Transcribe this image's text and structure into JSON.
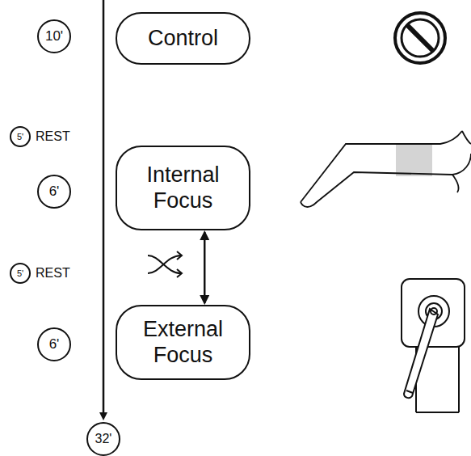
{
  "diagram": {
    "nodes": [
      {
        "text": [
          "10'"
        ]
      },
      {
        "text": [
          "Control"
        ]
      },
      {
        "text": [
          "5'"
        ]
      },
      {
        "text": [
          "6'"
        ]
      },
      {
        "text": [
          "Internal Focus"
        ]
      },
      {
        "text": [
          "5'"
        ]
      },
      {
        "text": [
          "6'"
        ]
      },
      {
        "text": [
          "External Focus"
        ]
      },
      {
        "text": [
          "32'"
        ]
      }
    ],
    "edges": [
      {
        "from": 4,
        "to": 7,
        "arrow": "both"
      }
    ],
    "labels": [
      "REST",
      "REST"
    ]
  }
}
